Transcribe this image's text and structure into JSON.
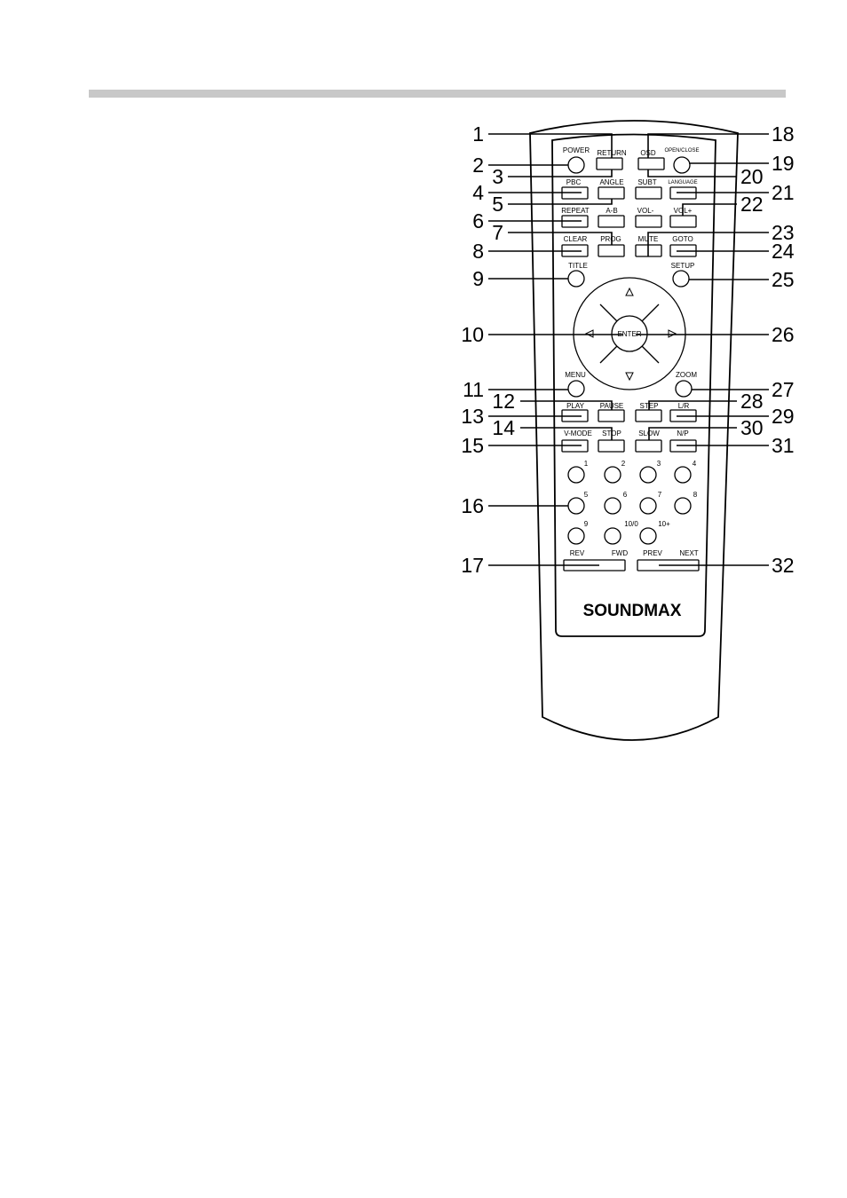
{
  "brand": "SOUNDMAX",
  "buttons": {
    "power": "POWER",
    "return": "RETURN",
    "osd": "OSD",
    "open_close": "OPEN/CLOSE",
    "pbc": "PBC",
    "angle": "ANGLE",
    "subt": "SUBT",
    "language": "LANGUAGE",
    "repeat": "REPEAT",
    "ab": "A-B",
    "vol_minus": "VOL-",
    "vol_plus": "VOL+",
    "clear": "CLEAR",
    "prog": "PROG",
    "mute": "MUTE",
    "goto": "GOTO",
    "title": "TITLE",
    "setup": "SETUP",
    "enter": "ENTER",
    "menu": "MENU",
    "zoom": "ZOOM",
    "play": "PLAY",
    "pause": "PAUSE",
    "step": "STEP",
    "lr": "L/R",
    "vmode": "V-MODE",
    "stop": "STOP",
    "slow": "SLOW",
    "np": "N/P",
    "num1": "1",
    "num2": "2",
    "num3": "3",
    "num4": "4",
    "num5": "5",
    "num6": "6",
    "num7": "7",
    "num8": "8",
    "num9": "9",
    "num10_0": "10/0",
    "num10plus": "10+",
    "rev": "REV",
    "fwd": "FWD",
    "prev": "PREV",
    "next": "NEXT"
  },
  "callouts": {
    "c1": "1",
    "c2": "2",
    "c3": "3",
    "c4": "4",
    "c5": "5",
    "c6": "6",
    "c7": "7",
    "c8": "8",
    "c9": "9",
    "c10": "10",
    "c11": "11",
    "c12": "12",
    "c13": "13",
    "c14": "14",
    "c15": "15",
    "c16": "16",
    "c17": "17",
    "c18": "18",
    "c19": "19",
    "c20": "20",
    "c21": "21",
    "c22": "22",
    "c23": "23",
    "c24": "24",
    "c25": "25",
    "c26": "26",
    "c27": "27",
    "c28": "28",
    "c29": "29",
    "c30": "30",
    "c31": "31",
    "c32": "32"
  }
}
